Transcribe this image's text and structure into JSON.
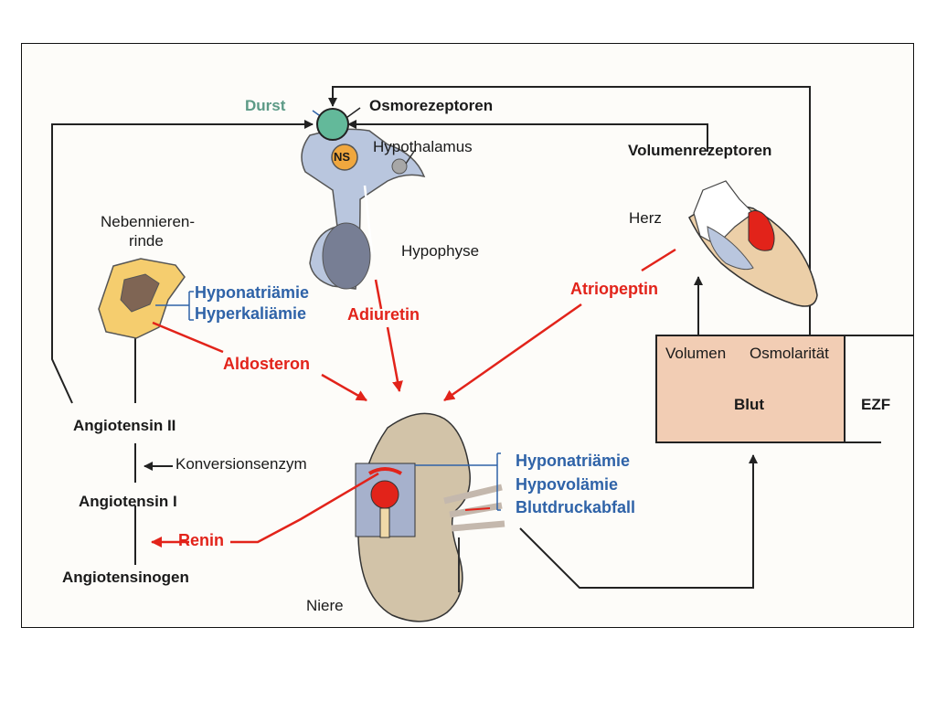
{
  "labels": {
    "durst": "Durst",
    "osmorezeptoren": "Osmorezeptoren",
    "ns": "NS",
    "hypothalamus": "Hypothalamus",
    "volumenrezeptoren": "Volumenrezeptoren",
    "nebennierenrinde_line1": "Nebennieren-",
    "nebennierenrinde_line2": "rinde",
    "herz": "Herz",
    "hypophyse": "Hypophyse",
    "nnr_effect1": "Hyponatriämie",
    "nnr_effect2": "Hyperkaliämie",
    "adiuretin": "Adiuretin",
    "atriopeptin": "Atriopeptin",
    "aldosteron": "Aldosteron",
    "volumen": "Volumen",
    "osmolaritaet": "Osmolarität",
    "blut": "Blut",
    "ezf": "EZF",
    "angiotensin2": "Angiotensin II",
    "konversionsenzym": "Konversionsenzym",
    "angiotensin1": "Angiotensin I",
    "renin": "Renin",
    "angiotensinogen": "Angiotensinogen",
    "niere": "Niere",
    "kidney_effect1": "Hyponatriämie",
    "kidney_effect2": "Hypovolämie",
    "kidney_effect3": "Blutdruckabfall"
  },
  "colors": {
    "hormone_red": "#e2231a",
    "effect_blue": "#2f63a8",
    "durst_green": "#5c9a86",
    "blood_box": "#f2cdb4"
  }
}
